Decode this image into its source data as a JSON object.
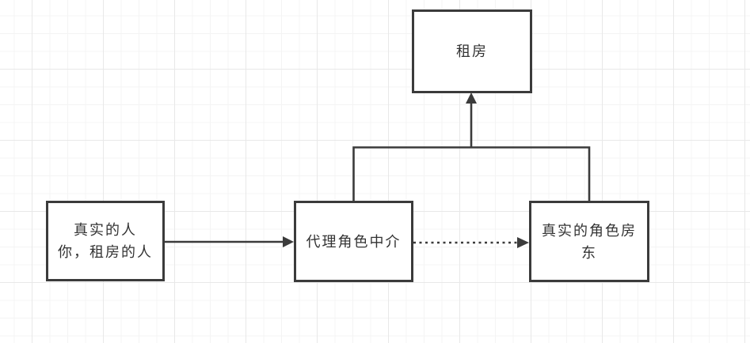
{
  "theme": {
    "stroke": "#3b3b3b",
    "text": "#333333",
    "node_fill": "#ffffff",
    "canvas_bg": "#ffffff",
    "grid_minor": "#f4f4f4",
    "grid_major": "#e8e8e8"
  },
  "diagram": {
    "type": "flow-diagram",
    "nodes": [
      {
        "id": "rent",
        "shape": "rectangle",
        "lines": [
          "租房"
        ]
      },
      {
        "id": "real-person",
        "shape": "rectangle",
        "lines": [
          "真实的人",
          "你，租房的人"
        ]
      },
      {
        "id": "proxy-agent",
        "shape": "rectangle",
        "lines": [
          "代理角色中介"
        ]
      },
      {
        "id": "real-landlord",
        "shape": "rectangle",
        "lines": [
          "真实的角色房东"
        ]
      }
    ],
    "edges": [
      {
        "from": "real-person",
        "to": "proxy-agent",
        "style": "solid",
        "arrow": "right"
      },
      {
        "from": "proxy-agent",
        "to": "real-landlord",
        "style": "dotted",
        "arrow": "right"
      },
      {
        "from": [
          "proxy-agent",
          "real-landlord"
        ],
        "to": "rent",
        "style": "solid",
        "arrow": "up"
      }
    ]
  }
}
